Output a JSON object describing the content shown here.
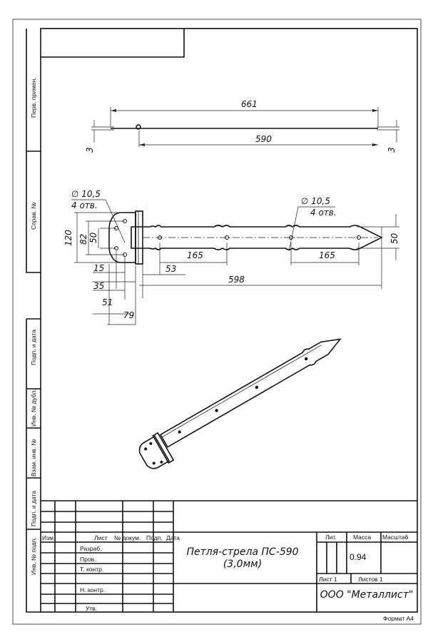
{
  "side_labels": [
    "Перв. примен.",
    "Справ. №",
    "Подп. и дата",
    "Инв. № дубл.",
    "Взам. инв. №",
    "Подп. и дата",
    "Инв. № подп."
  ],
  "dimensions": {
    "top_total": "661",
    "top_strap": "590",
    "thickness": "3",
    "hole_dia": "∅ 10,5",
    "hole_count": "4 отв.",
    "height_120": "120",
    "height_82": "82",
    "height_50": "50",
    "strap_width": "50",
    "d15": "15",
    "d35": "35",
    "d51": "51",
    "d79": "79",
    "d53": "53",
    "d165": "165",
    "d598": "598"
  },
  "title_block": {
    "headers": [
      "Изм.",
      "Лист",
      "№ докум.",
      "Подп.",
      "Дата"
    ],
    "roles": [
      "Разраб.",
      "Пров.",
      "Т. контр.",
      "Н. контр.",
      "Утв."
    ],
    "title": "Петля-стрела ПС-590",
    "subtitle": "(3,0мм)",
    "lit_label": "Лит.",
    "mass_label": "Масса",
    "scale_label": "Масштаб",
    "mass": "0.94",
    "sheet": "Лист 1",
    "sheets": "Листов 1",
    "company": "ООО \"Металлист\"",
    "format": "Формат А4"
  }
}
